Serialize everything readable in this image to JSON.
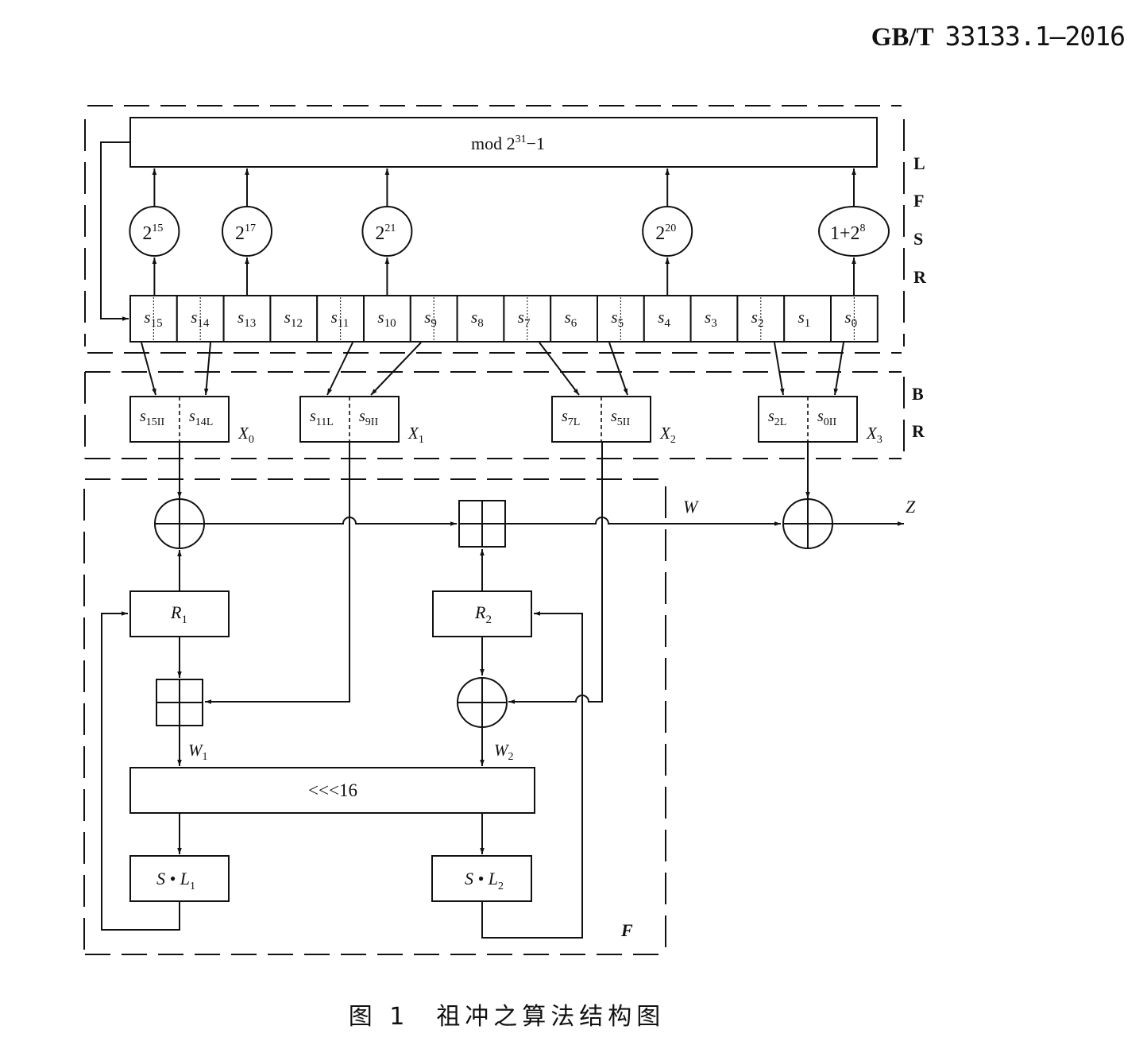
{
  "header": {
    "standard_prefix": "GB/T",
    "standard_number": "33133.1—2016"
  },
  "lfsr": {
    "mod_label": "mod 2",
    "mod_exp": "31",
    "mod_tail": "−1",
    "multipliers": [
      {
        "base": "2",
        "exp": "15",
        "from": "s15"
      },
      {
        "base": "2",
        "exp": "17",
        "from": "s13"
      },
      {
        "base": "2",
        "exp": "21",
        "from": "s10"
      },
      {
        "base": "2",
        "exp": "20",
        "from": "s4"
      },
      {
        "base": "1+2",
        "exp": "8",
        "from": "s0"
      }
    ],
    "cells": [
      {
        "var": "s",
        "sub": "15"
      },
      {
        "var": "s",
        "sub": "14"
      },
      {
        "var": "s",
        "sub": "13"
      },
      {
        "var": "s",
        "sub": "12"
      },
      {
        "var": "s",
        "sub": "11"
      },
      {
        "var": "s",
        "sub": "10"
      },
      {
        "var": "s",
        "sub": "9"
      },
      {
        "var": "s",
        "sub": "8"
      },
      {
        "var": "s",
        "sub": "7"
      },
      {
        "var": "s",
        "sub": "6"
      },
      {
        "var": "s",
        "sub": "5"
      },
      {
        "var": "s",
        "sub": "4"
      },
      {
        "var": "s",
        "sub": "3"
      },
      {
        "var": "s",
        "sub": "2"
      },
      {
        "var": "s",
        "sub": "1"
      },
      {
        "var": "s",
        "sub": "0"
      }
    ],
    "side_label": [
      "L",
      "F",
      "S",
      "R"
    ]
  },
  "br": {
    "side_label": [
      "B",
      "R"
    ],
    "words": [
      {
        "left": {
          "var": "s",
          "sub": "15II"
        },
        "right": {
          "var": "s",
          "sub": "14L"
        },
        "name": "X",
        "index": "0"
      },
      {
        "left": {
          "var": "s",
          "sub": "11L"
        },
        "right": {
          "var": "s",
          "sub": "9II"
        },
        "name": "X",
        "index": "1"
      },
      {
        "left": {
          "var": "s",
          "sub": "7L"
        },
        "right": {
          "var": "s",
          "sub": "5II"
        },
        "name": "X",
        "index": "2"
      },
      {
        "left": {
          "var": "s",
          "sub": "2L"
        },
        "right": {
          "var": "s",
          "sub": "0II"
        },
        "name": "X",
        "index": "3"
      }
    ]
  },
  "f": {
    "label": "F",
    "r1": {
      "var": "R",
      "sub": "1"
    },
    "r2": {
      "var": "R",
      "sub": "2"
    },
    "w_out": "W",
    "z_out": "Z",
    "w1": {
      "var": "W",
      "sub": "1"
    },
    "w2": {
      "var": "W",
      "sub": "2"
    },
    "rotate": "<<<16",
    "sl1": {
      "pre": "S • ",
      "var": "L",
      "sub": "1"
    },
    "sl2": {
      "pre": "S • ",
      "var": "L",
      "sub": "2"
    }
  },
  "caption": {
    "figure": "图 1",
    "title": "祖冲之算法结构图"
  }
}
